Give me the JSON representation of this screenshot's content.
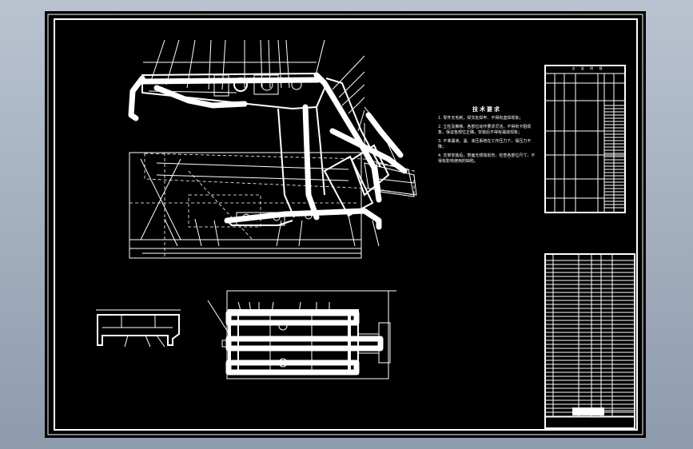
{
  "window": {
    "background": "#9aa6b7",
    "sheet_color": "#000000",
    "line_color": "#ffffff"
  },
  "technical_requirements": {
    "title": "技术要求",
    "items": [
      "1. 零件无毛刺，焊交处焊牢、不得有虚焊现象；",
      "2. 立柱及推移、各部位动作要求灵活，不得有卡阻现象，保证各部位正确，安装后不得有漏液现象；",
      "3. 不准漏液，温、液压系统在工作压力下，保压力不降；",
      "4. 支架安装后，表面无锈蚀划伤，检查各部位尺寸，不得有影响使用的缺陷。"
    ]
  },
  "parts_table": {
    "title": "支 架 明 细"
  }
}
